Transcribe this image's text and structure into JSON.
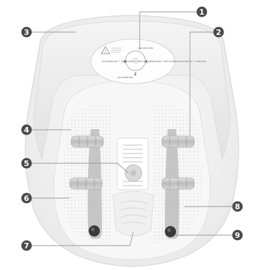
{
  "callouts": [
    {
      "number": "1",
      "fill": "#4a4a4a"
    },
    {
      "number": "2",
      "fill": "#4a4a4a"
    },
    {
      "number": "3",
      "fill": "#4a4a4a"
    },
    {
      "number": "4",
      "fill": "#4a4a4a"
    },
    {
      "number": "5",
      "fill": "#4a4a4a"
    },
    {
      "number": "6",
      "fill": "#4a4a4a"
    },
    {
      "number": "7",
      "fill": "#4a4a4a"
    },
    {
      "number": "8",
      "fill": "#4a4a4a"
    },
    {
      "number": "9",
      "fill": "#4a4a4a"
    }
  ],
  "dial": {
    "top_label": "выключено",
    "left_label": "нагревание + вибрация + массаж",
    "right_label": "вибрация+ ментоловая ванночка + массаж",
    "bottom_label": "нагревание",
    "num_1": "1",
    "num_2": "2",
    "num_3": "3"
  },
  "colors": {
    "basin": "#f3f3f3",
    "rim": "#e6e6e6",
    "callout": "#4a4a4a",
    "leader_line": "#9a9a9a",
    "roller": "#c9c9c9",
    "foot_channel": "#b9b9b9"
  }
}
